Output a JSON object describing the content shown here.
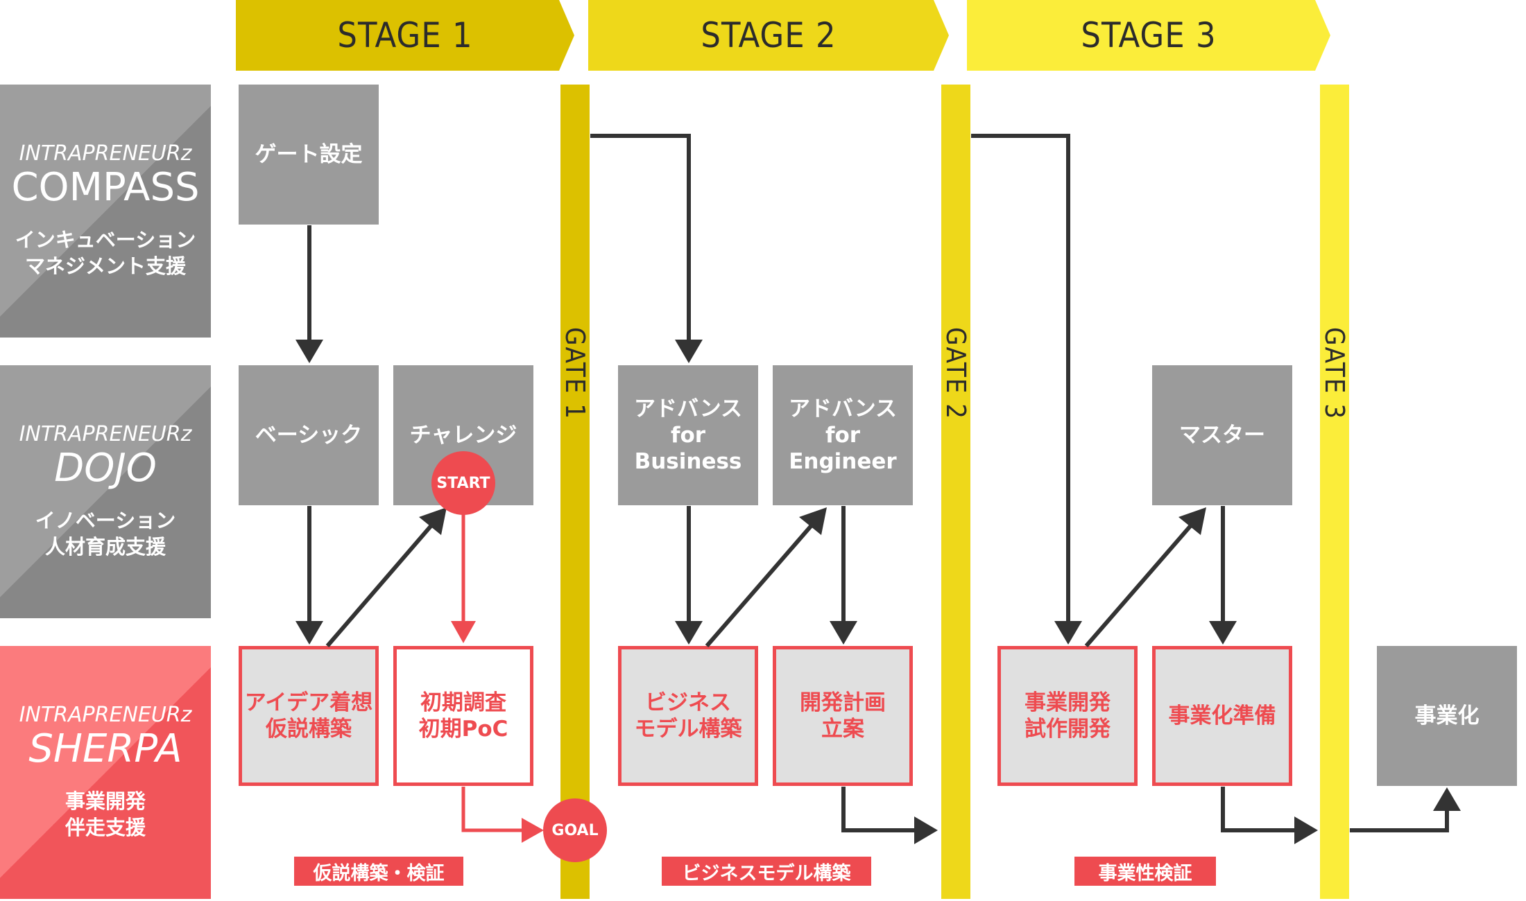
{
  "stages": [
    "STAGE 1",
    "STAGE 2",
    "STAGE 3"
  ],
  "rows": {
    "compass": {
      "brand": "INTRAPRENEURz",
      "product": "COMPASS",
      "desc": "インキュベーション\nマネジメント支援"
    },
    "dojo": {
      "brand": "INTRAPRENEURz",
      "product": "DOJO",
      "desc": "イノベーション\n人材育成支援"
    },
    "sherpa": {
      "brand": "INTRAPRENEURz",
      "product": "SHERPA",
      "desc": "事業開発\n伴走支援"
    }
  },
  "gates": [
    "GATE 1",
    "GATE 2",
    "GATE 3"
  ],
  "boxes": {
    "gate_setting": "ゲート設定",
    "basic": "ベーシック",
    "challenge": "チャレンジ",
    "advance_business": "アドバンス\nfor Business",
    "advance_engineer": "アドバンス\nfor Engineer",
    "master": "マスター",
    "idea": "アイデア着想\n仮説構築",
    "initial_research": "初期調査\n初期PoC",
    "business_model": "ビジネス\nモデル構築",
    "dev_plan": "開発計画\n立案",
    "biz_dev": "事業開発\n試作開発",
    "commercialization_prep": "事業化準備",
    "commercialization": "事業化"
  },
  "markers": {
    "start": "START",
    "goal": "GOAL"
  },
  "tags": [
    "仮説構築・検証",
    "ビジネスモデル構築",
    "事業性検証"
  ],
  "colors": {
    "stage1": "#dcc100",
    "stage2": "#eed81a",
    "stage3": "#fbed3a",
    "gray_box": "#9b9b9b",
    "accent_red": "#ee4b50",
    "arrow": "#333333"
  }
}
